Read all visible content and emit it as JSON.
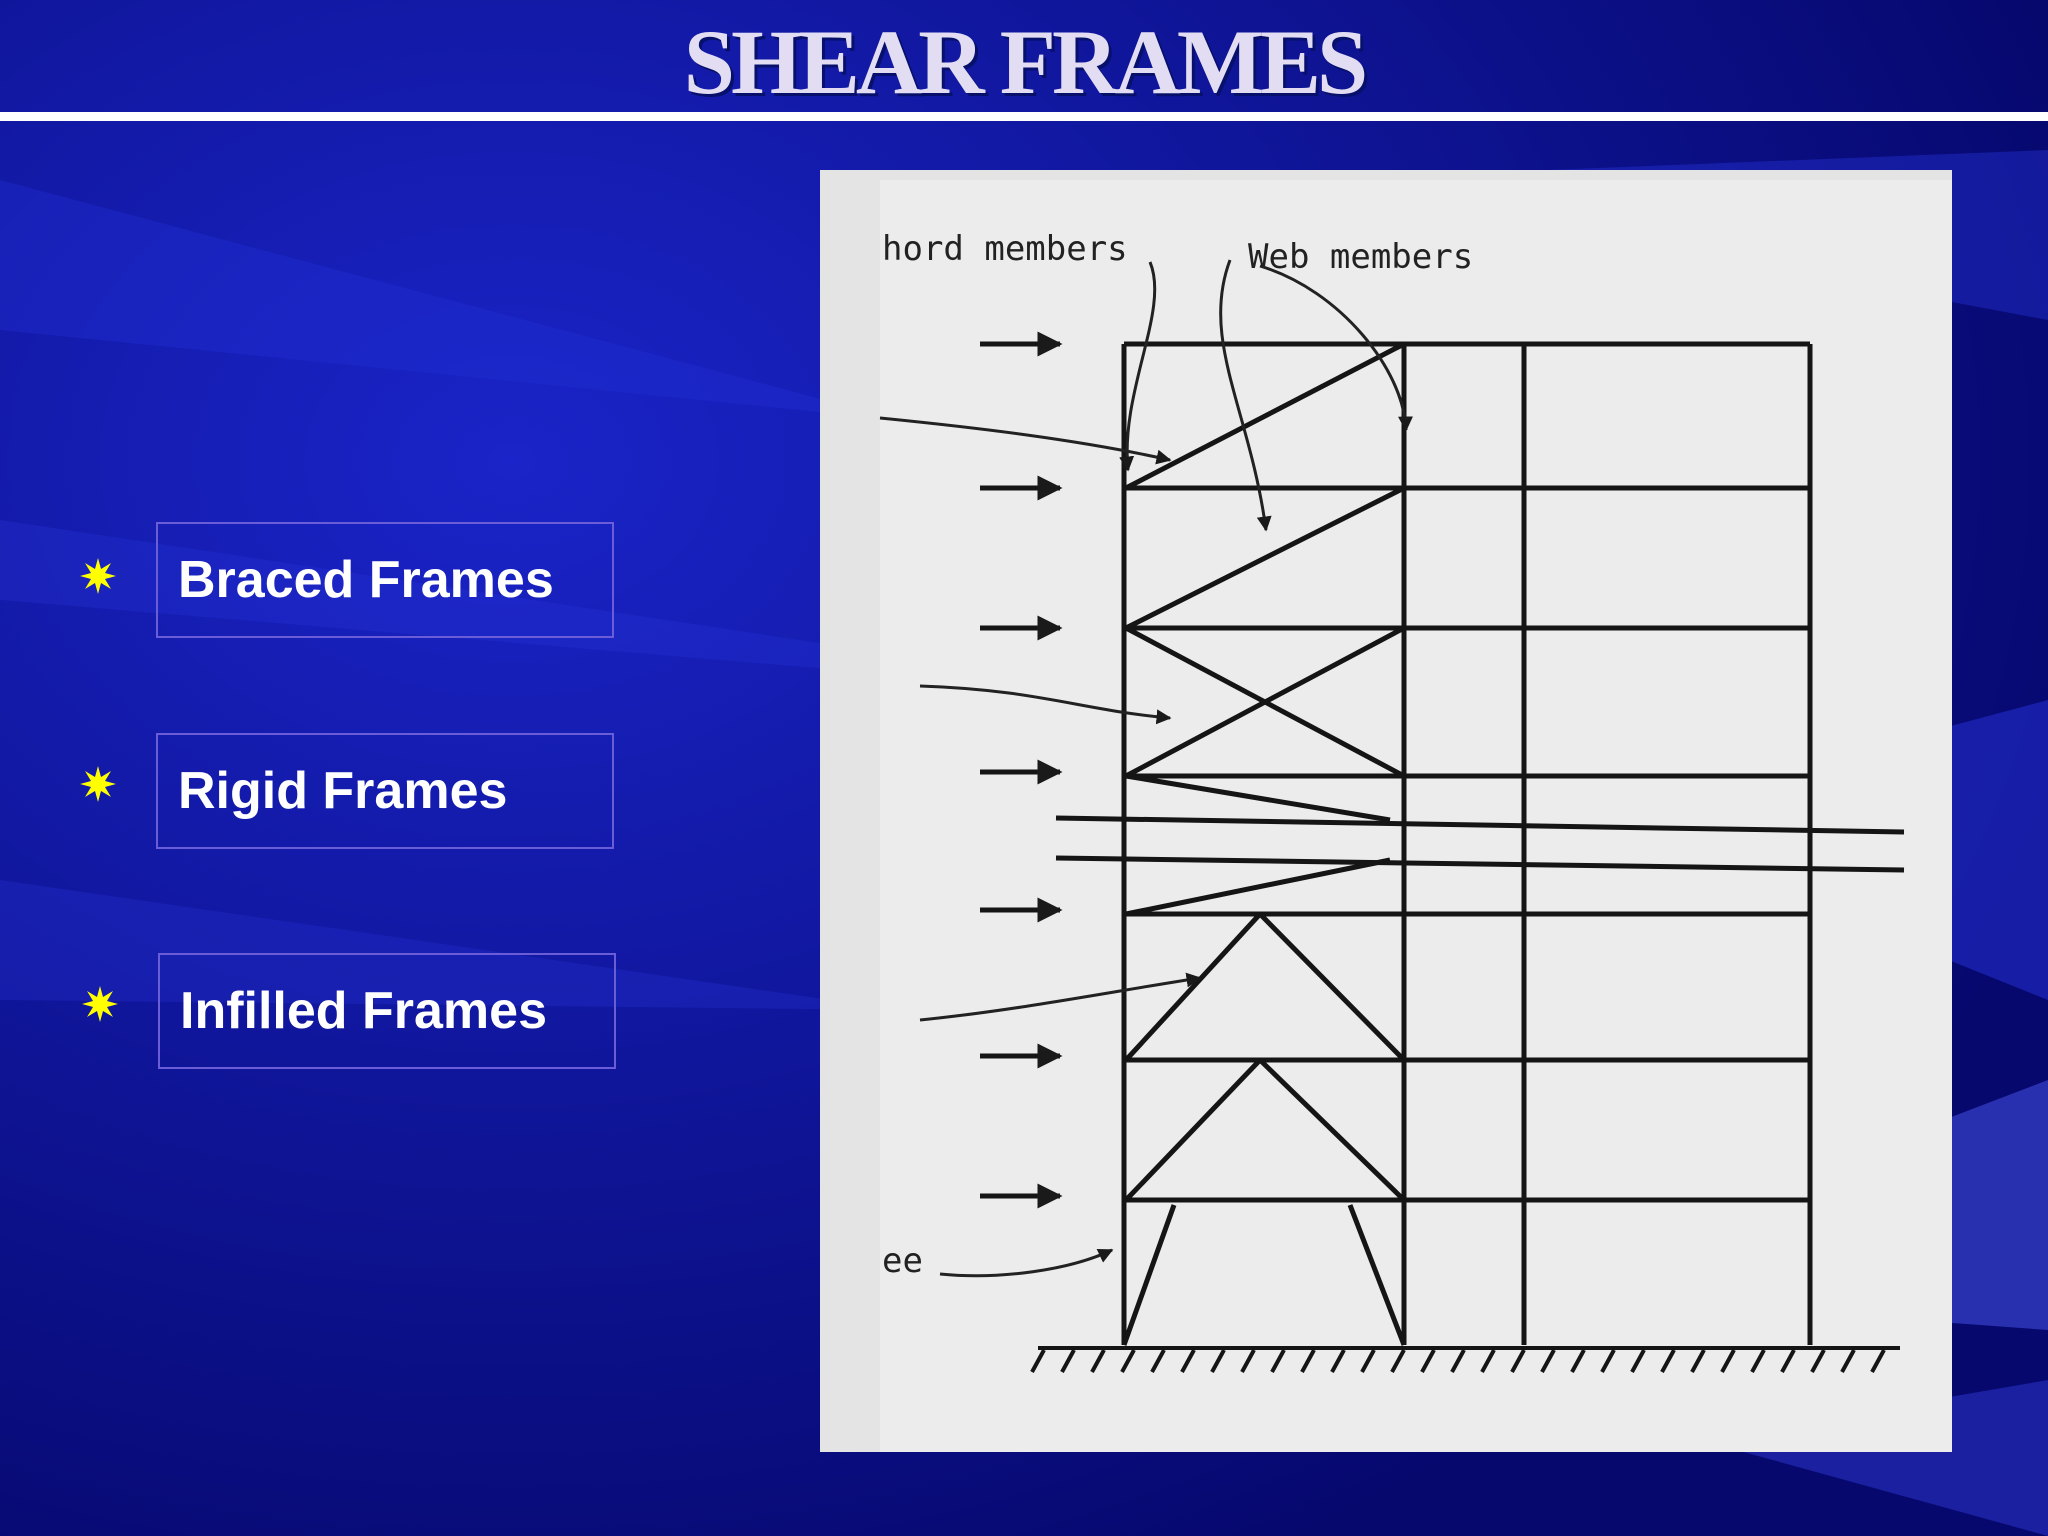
{
  "title": "SHEAR FRAMES",
  "list": {
    "items": [
      {
        "label": "Braced Frames"
      },
      {
        "label": "Rigid Frames"
      },
      {
        "label": "Infilled Frames"
      }
    ]
  },
  "figure": {
    "labels": {
      "chord": "hord members",
      "web": "Web members",
      "bottom": "ee"
    }
  },
  "colors": {
    "background": "#0a0f9a",
    "title": "#e2ddf3",
    "bullet": "#ffff00",
    "box_border": "#6b5cd8"
  }
}
